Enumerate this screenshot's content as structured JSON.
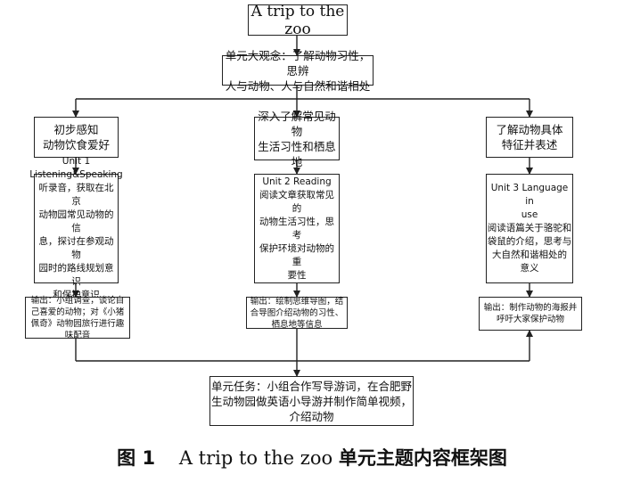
{
  "top": {
    "title": "A trip to the zoo"
  },
  "big_idea": {
    "lines": [
      "单元大观念：了解动物习性，思辨",
      "人与动物、人与自然和谐相处"
    ]
  },
  "goals": [
    {
      "lines": [
        "初步感知",
        "动物饮食爱好"
      ]
    },
    {
      "lines": [
        "深入了解常见动物",
        "生活习性和栖息地"
      ]
    },
    {
      "lines": [
        "了解动物具体",
        "特征并表述"
      ]
    }
  ],
  "units": [
    {
      "lines": [
        "Unit 1",
        "Listening&Speaking",
        "听录音，获取在北京",
        "动物园常见动物的信",
        "息，探讨在参观动物",
        "园时的路线规划意识",
        "和保护意识"
      ]
    },
    {
      "lines": [
        "Unit 2  Reading",
        "阅读文章获取常见的",
        "动物生活习性，思考",
        "保护环境对动物的重",
        "要性"
      ]
    },
    {
      "lines": [
        "Unit 3  Language in",
        "use",
        "阅读语篇关于骆驼和",
        "袋鼠的介绍，思考与",
        "大自然和谐相处的",
        "意义"
      ]
    }
  ],
  "outputs": [
    {
      "lines": [
        "输出：小组调查，谈论自",
        "己喜爱的动物；对《小猪",
        "佩奇》动物园旅行进行趣",
        "味配音"
      ]
    },
    {
      "lines": [
        "输出：绘制思维导图，结",
        "合导图介绍动物的习性、",
        "栖息地等信息"
      ]
    },
    {
      "lines": [
        "输出：制作动物的海报并",
        "呼吁大家保护动物"
      ]
    }
  ],
  "task": {
    "lines": [
      "单元任务：小组合作写导游词，在合肥野",
      "生动物园做英语小导游并制作简单视频，",
      "介绍动物"
    ]
  },
  "caption": {
    "figure": "图 1",
    "english": "A trip to the zoo",
    "chinese": "单元主题内容框架图"
  }
}
